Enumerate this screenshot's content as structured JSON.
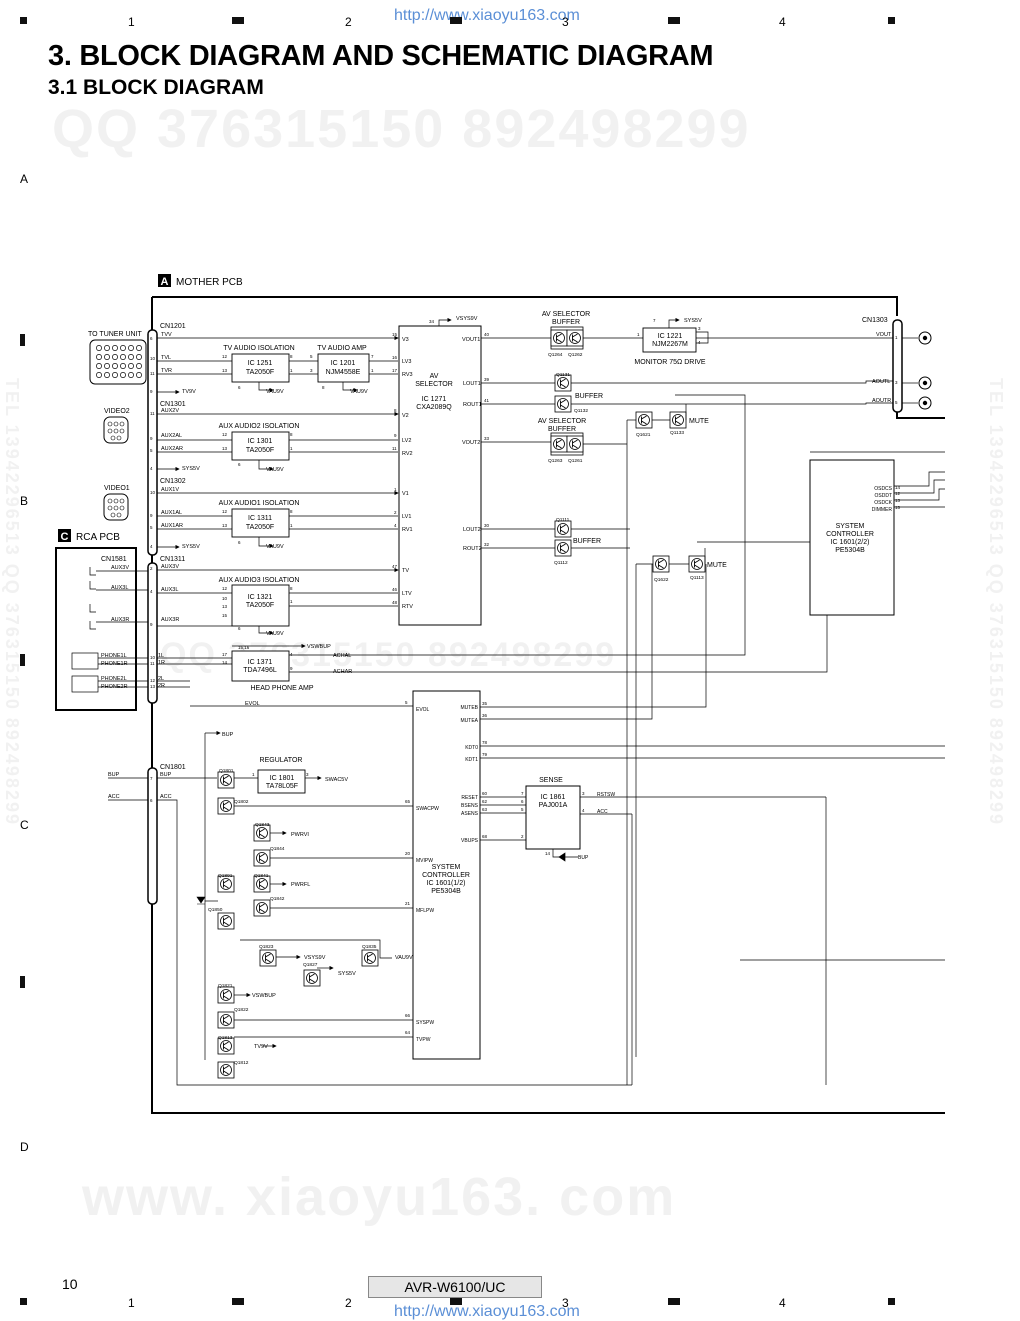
{
  "header": {
    "title": "3. BLOCK DIAGRAM AND SCHEMATIC DIAGRAM",
    "subtitle": "3.1  BLOCK DIAGRAM",
    "url": "http://www.xiaoyu163.com",
    "col_numbers": [
      "1",
      "2",
      "3",
      "4"
    ],
    "row_letters": [
      "A",
      "B",
      "C",
      "D"
    ]
  },
  "watermarks": {
    "qq": "QQ 376315150   892498299",
    "site": "www. xiaoyu163. com",
    "side_left": "TEL 13942296513  QQ 376315150  892498299",
    "side_right": "TEL 13942296513  QQ 376315150  892498299"
  },
  "footer": {
    "page_number": "10",
    "model": "AVR-W6100/UC",
    "url": "http://www.xiaoyu163.com"
  },
  "pcb": {
    "mother_badge": "A",
    "mother_label": "MOTHER PCB",
    "rca_badge": "C",
    "rca_label": "RCA PCB"
  },
  "connectors": {
    "tuner": "TO TUNER UNIT",
    "cn1201": "CN1201",
    "video2": "VIDEO2",
    "cn1301": "CN1301",
    "video1": "VIDEO1",
    "cn1302": "CN1302",
    "cn1581": "CN1581",
    "cn1311": "CN1311",
    "cn1801": "CN1801",
    "cn1303": "CN1303"
  },
  "blocks": {
    "ic1251": {
      "heading": "TV AUDIO ISOLATION",
      "name": "IC 1251",
      "part": "TA2050F"
    },
    "ic1201": {
      "heading": "TV AUDIO AMP",
      "name": "IC 1201",
      "part": "NJM4558E"
    },
    "ic1301": {
      "heading": "AUX AUDIO2 ISOLATION",
      "name": "IC 1301",
      "part": "TA2050F"
    },
    "ic1311": {
      "heading": "AUX AUDIO1 ISOLATION",
      "name": "IC 1311",
      "part": "TA2050F"
    },
    "ic1321": {
      "heading": "AUX AUDIO3 ISOLATION",
      "name": "IC 1321",
      "part": "TA2050F"
    },
    "ic1371": {
      "heading": "HEAD PHONE AMP",
      "name": "IC 1371",
      "part": "TDA7496L"
    },
    "ic1271": {
      "l1": "AV",
      "l2": "SELECTOR",
      "name": "IC 1271",
      "part": "CXA2089Q"
    },
    "ic1221": {
      "name": "IC 1221",
      "part": "NJM2267M",
      "caption": "MONITOR 75Ω DRIVE"
    },
    "ic1801": {
      "heading": "REGULATOR",
      "name": "IC 1801",
      "part": "TA78L05F"
    },
    "ic1861": {
      "heading": "SENSE",
      "name": "IC 1861",
      "part": "PAJ001A"
    },
    "ic1601a": {
      "l1": "SYSTEM",
      "l2": "CONTROLLER",
      "name": "IC 1601(1/2)",
      "part": "PE5304B"
    },
    "ic1601b": {
      "l1": "SYSTEM",
      "l2": "CONTROLLER",
      "name": "IC 1601(2/2)",
      "part": "PE5304B"
    },
    "av_sel_buf1": {
      "l1": "AV SELECTOR",
      "l2": "BUFFER"
    },
    "av_sel_buf2": {
      "l1": "AV SELECTOR",
      "l2": "BUFFER"
    },
    "buffer1": "BUFFER",
    "buffer2": "BUFFER",
    "mute1": "MUTE",
    "mute2": "MUTE"
  },
  "signals": {
    "tvv": "TVV",
    "tvl": "TVL",
    "tvr": "TVR",
    "tv9v": "TV9V",
    "aux2v": "AUX2V",
    "aux2al": "AUX2AL",
    "aux2ar": "AUX2AR",
    "sys5v": "SYS5V",
    "aux1v": "AUX1V",
    "aux1al": "AUX1AL",
    "aux1ar": "AUX1AR",
    "aux3v": "AUX3V",
    "aux3l": "AUX3L",
    "aux3r": "AUX3R",
    "phone1l": "PHONE1L",
    "phone1r": "PHONE1R",
    "phone2l": "PHONE2L",
    "phone2r": "PHONE2R",
    "vau9v": "VAU9V",
    "vsys9v": "VSYS9V",
    "vswbup": "VSWBUP",
    "achal": "ACHAL",
    "achar": "ACHAR",
    "evol": "EVOL",
    "bup": "BUP",
    "acc": "ACC",
    "swac5v": "SWAC5V",
    "pwrvi": "PWRVI",
    "pwrfl": "PWRFL",
    "rstsw": "RSTSW",
    "vout": "VOUT",
    "aoutl": "AOUTL",
    "aoutr": "AOUTR",
    "osdcs": "OSDCS",
    "osddt": "OSDDT",
    "osdck": "OSDCK",
    "dimmer": "DIMMER",
    "v3": "V3",
    "lv3": "LV3",
    "rv3": "RV3",
    "v2": "V2",
    "lv2": "LV2",
    "rv2": "RV2",
    "v1": "V1",
    "lv1": "LV1",
    "rv1": "RV1",
    "tv": "TV",
    "ltv": "LTV",
    "rtv": "RTV",
    "vout1": "VOUT1",
    "lout1": "LOUT1",
    "rout1": "ROUT1",
    "vout2": "VOUT2",
    "lout2": "LOUT2",
    "rout2": "ROUT2",
    "muteb": "MUTEB",
    "mutea": "MUTEA",
    "kdt0": "KDT0",
    "kdt1": "KDT1",
    "reset": "RESET",
    "bsens": "BSENS",
    "asens": "ASENS",
    "vbups": "VBUPS",
    "swacpw": "SWACPW",
    "mvipw": "MVIPW",
    "mflpw": "MFLPW",
    "syspw": "SYSPW",
    "tvpw": "TVPW",
    "l1": "1L",
    "r1": "1R",
    "l2": "2L",
    "r2": "2R"
  },
  "transistors": {
    "q1264": "Q1264",
    "q1262": "Q1262",
    "q1131": "Q1131",
    "q1132": "Q1132",
    "q1621": "Q1621",
    "q1133": "Q1133",
    "q1263": "Q1263",
    "q1261": "Q1261",
    "q1111": "Q1111",
    "q1112": "Q1112",
    "q1622": "Q1622",
    "q1113": "Q1113",
    "q1801": "Q1801",
    "q1802": "Q1802",
    "q1843": "Q1843",
    "q1844": "Q1844",
    "q1891": "Q1891",
    "q1841": "Q1841",
    "q1842": "Q1842",
    "q1850": "Q1850",
    "q1823": "Q1823",
    "q1827": "Q1827",
    "q1835": "Q1835",
    "q1821": "Q1821",
    "q1822": "Q1822",
    "q1813": "Q1813",
    "q1812": "Q1812"
  }
}
